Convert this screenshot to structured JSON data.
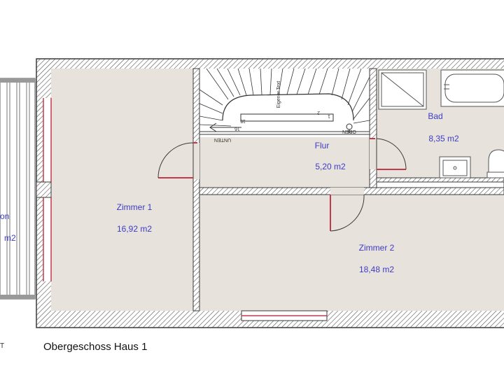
{
  "floor_title": "Obergeschoss Haus 1",
  "rooms": [
    {
      "name": "Zimmer 1",
      "area": "16,92 m2"
    },
    {
      "name": "Flur",
      "area": "5,20 m2"
    },
    {
      "name": "Bad",
      "area": "8,35 m2"
    },
    {
      "name": "Zimmer 2",
      "area": "18,48 m2"
    },
    {
      "name": "on",
      "area": "m2"
    }
  ],
  "stair": {
    "down_label": "UNTEN",
    "up_label": "OBEN",
    "step_16": "16",
    "step_15": "15",
    "step_1": "1",
    "step_2": "2",
    "note": "Eigener Text"
  },
  "edge_mark": "T",
  "colors": {
    "floor": "#e8e2dc",
    "wall": "#3a3a3a",
    "room_label": "#3c3cc8",
    "window": "#c23a4a",
    "door": "#c23a4a"
  }
}
